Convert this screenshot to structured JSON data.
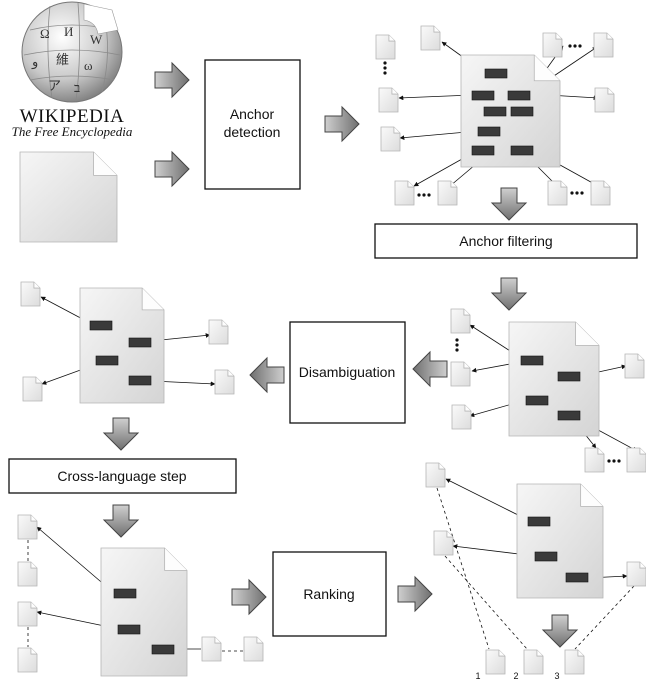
{
  "logo": {
    "wordmark": "WIKIPEDIA",
    "tagline": "The Free Encyclopedia"
  },
  "steps": {
    "anchor_detection": [
      "Anchor",
      "detection"
    ],
    "anchor_filtering": "Anchor filtering",
    "disambiguation": "Disambiguation",
    "cross_language": "Cross-language step",
    "ranking": "Ranking"
  },
  "ranks": [
    "1",
    "2",
    "3"
  ],
  "colors": {
    "anchor": "#3a3a3a",
    "arrow_fill": "#9a9a9a",
    "doc_fill": "#ececec",
    "box_stroke": "#111111"
  }
}
